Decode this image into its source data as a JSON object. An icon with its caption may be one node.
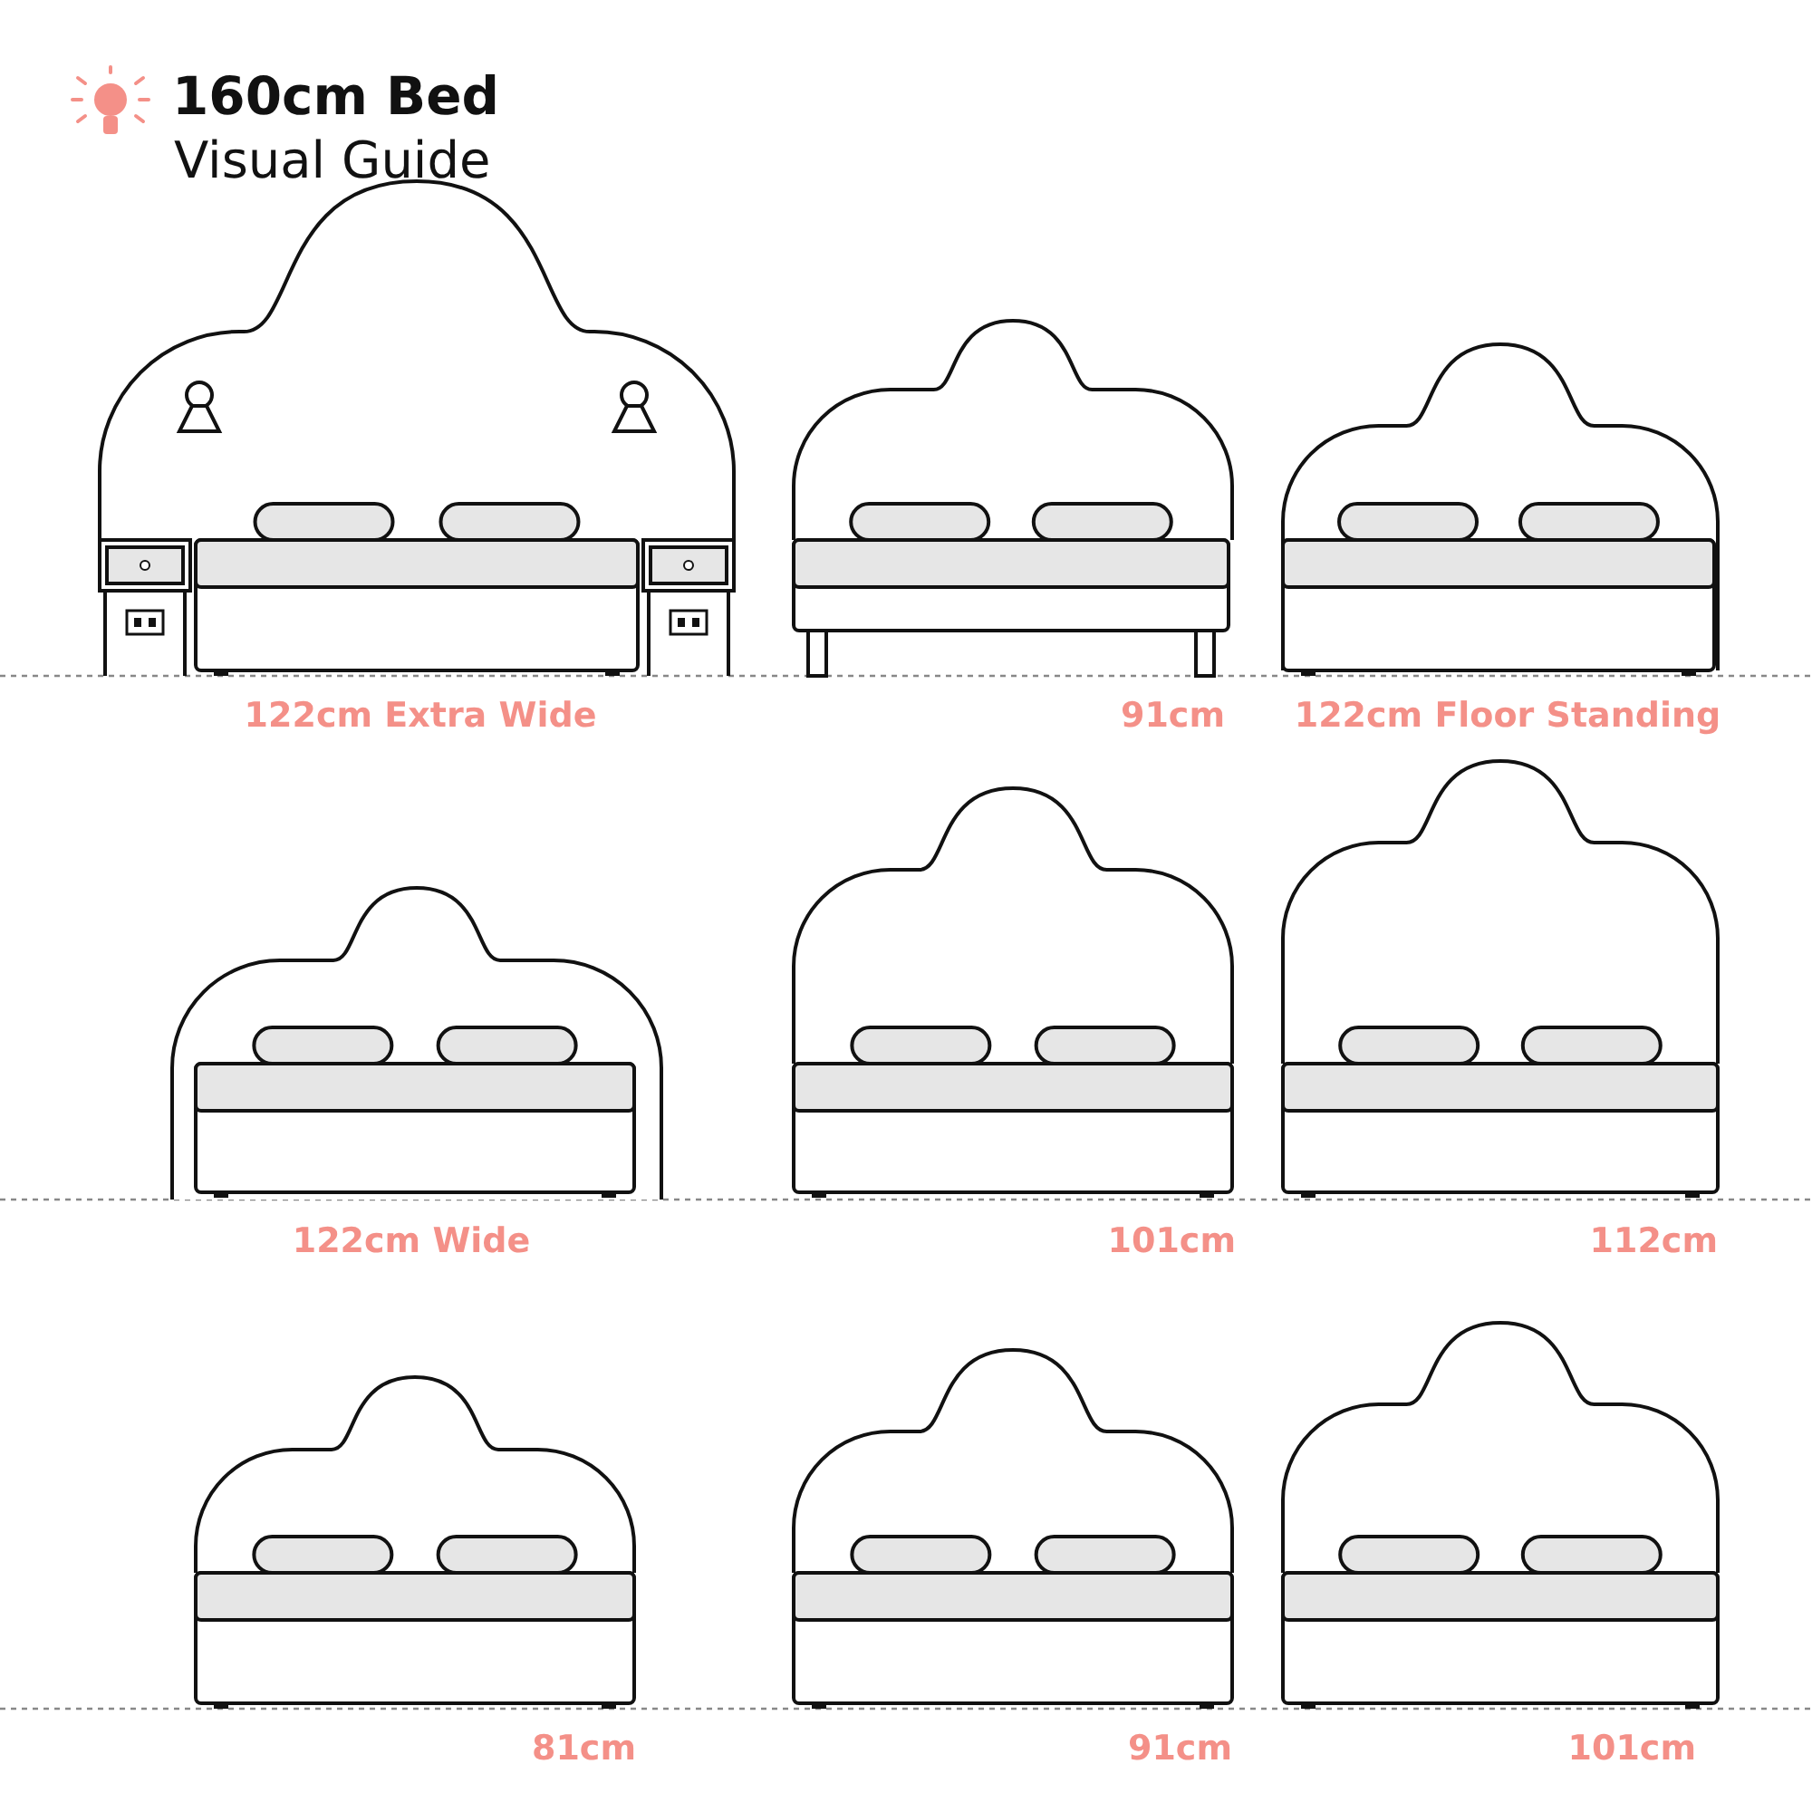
{
  "diagram": {
    "title": "160cm Bed",
    "labels": [
      "Visual Guide",
      "122cm Extra Wide",
      "91cm",
      "122cm Floor Standing",
      "122cm Wide",
      "101cm",
      "112cm",
      "81cm",
      "91cm",
      "101cm"
    ]
  }
}
